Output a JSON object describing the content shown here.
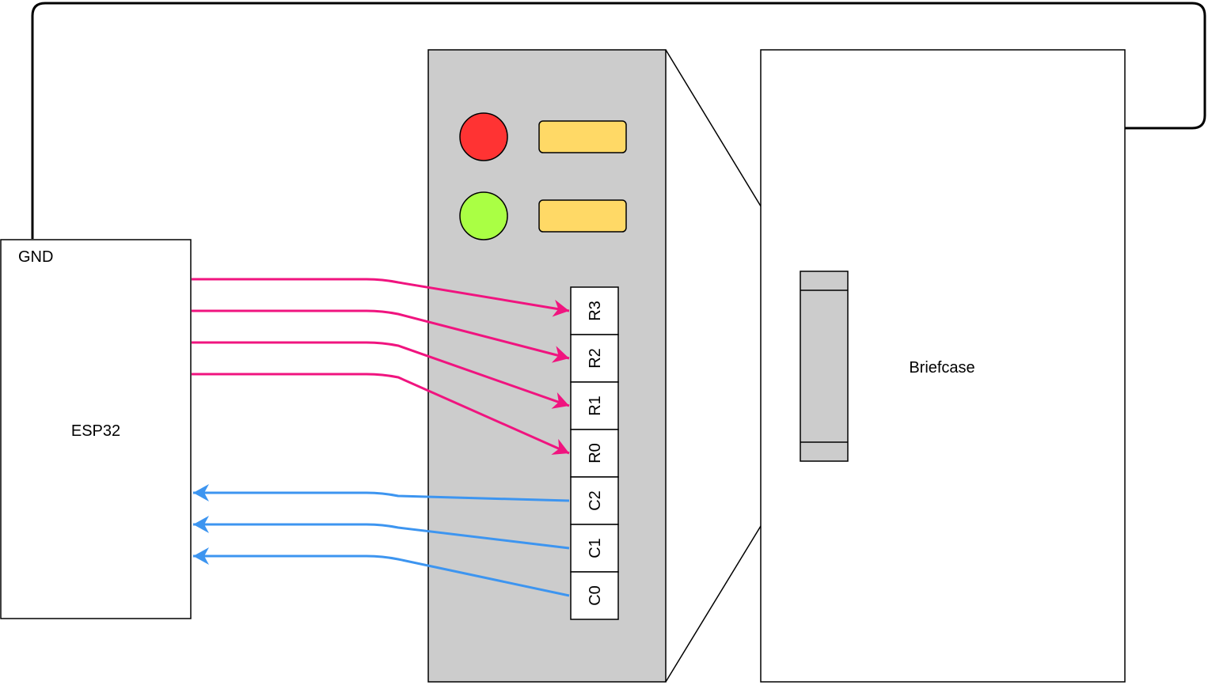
{
  "esp32": {
    "title": "ESP32",
    "gnd_label": "GND"
  },
  "briefcase": {
    "label": "Briefcase"
  },
  "keypad_pins": [
    "R3",
    "R2",
    "R1",
    "R0",
    "C2",
    "C1",
    "C0"
  ],
  "colors": {
    "row_wire": "#f0147f",
    "col_wire": "#3d95f0",
    "led_red": "#ff3333",
    "led_green": "#aaff44",
    "slot": "#ffd966",
    "panel": "#cccccc",
    "connector": "#cccccc"
  }
}
